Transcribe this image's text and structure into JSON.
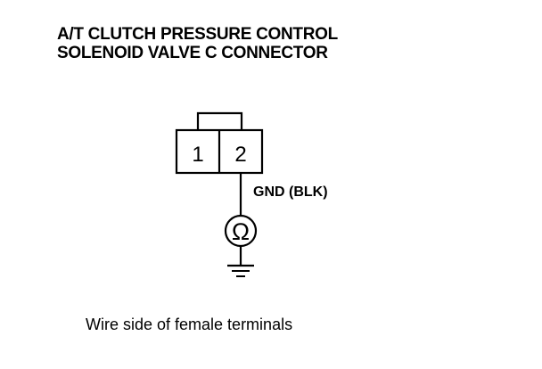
{
  "title": {
    "line1": "A/T CLUTCH PRESSURE CONTROL",
    "line2": "SOLENOID VALVE C CONNECTOR"
  },
  "connector": {
    "terminal_1": "1",
    "terminal_2": "2"
  },
  "wire_label": "GND (BLK)",
  "meter_symbol": "Ω",
  "caption": "Wire side of female terminals"
}
